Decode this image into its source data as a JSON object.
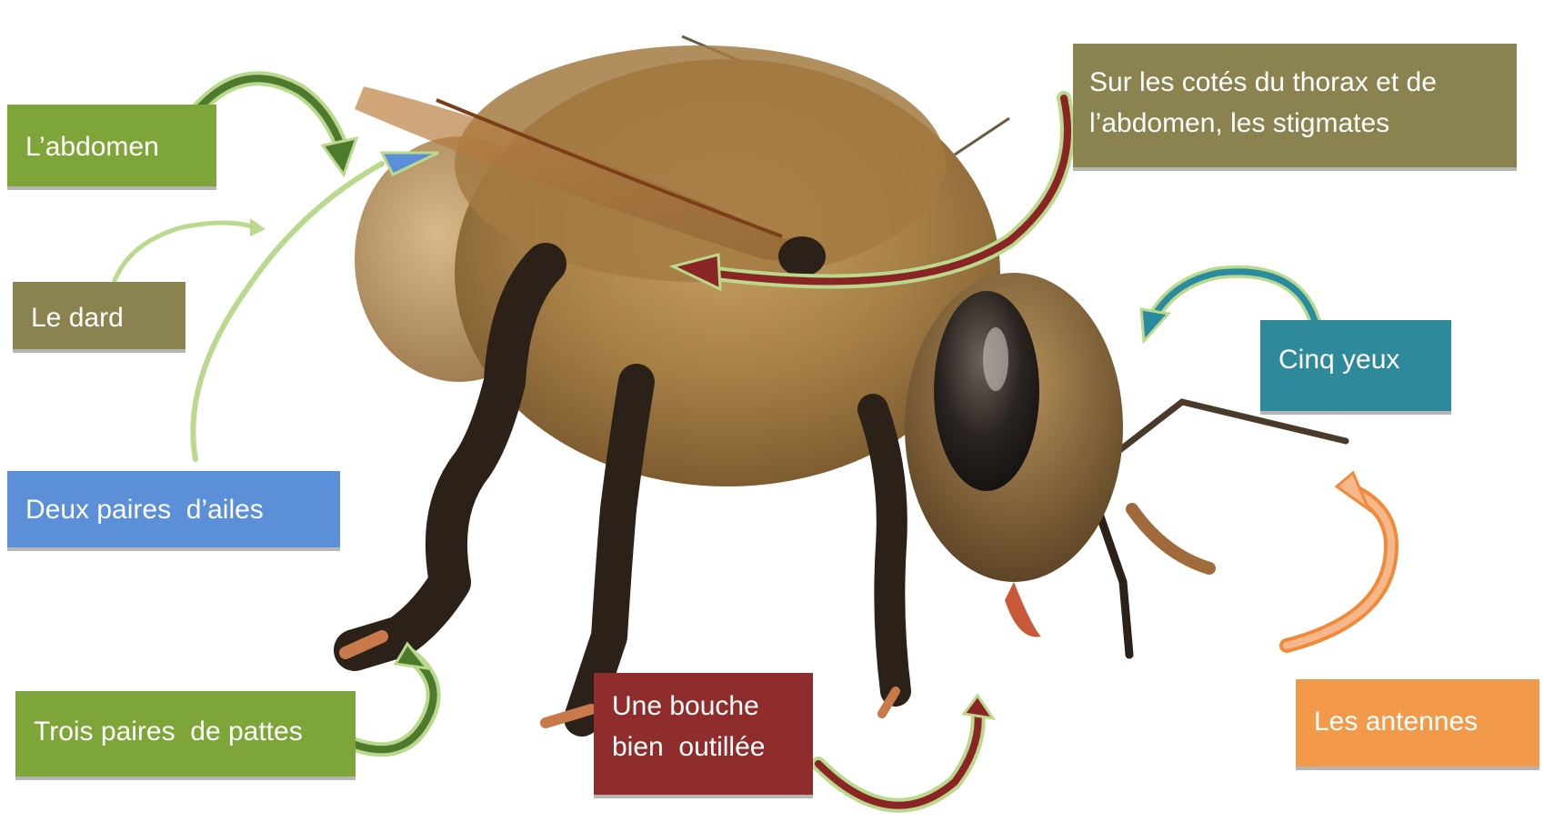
{
  "labels": {
    "abdomen": {
      "text": "L’abdomen",
      "color": "#7ea537"
    },
    "dard": {
      "text": "Le dard",
      "color": "#8a8350"
    },
    "ailes": {
      "text": "Deux paires  d’ailes",
      "color": "#5b8fd8"
    },
    "pattes": {
      "text": "Trois paires  de pattes",
      "color": "#7ea537"
    },
    "bouche": {
      "lines": [
        "Une bouche",
        "bien  outillée"
      ],
      "color": "#8f2d2d"
    },
    "stigmates": {
      "lines": [
        "Sur les cotés du thorax et de",
        "l’abdomen, les stigmates"
      ],
      "color": "#8a8350"
    },
    "yeux": {
      "text": "Cinq yeux",
      "color": "#2e8a9a"
    },
    "antennes": {
      "text": "Les antennes",
      "color": "#f29a4a"
    }
  },
  "colors": {
    "arrow_outline": "#b9d98c",
    "arrow_green": "#4e7a2e",
    "arrow_red": "#8b2424",
    "arrow_blue": "#2a8aa0",
    "arrow_orange": "#f08a3a",
    "bee_fur": "#b08a4a",
    "bee_dark": "#2b2118"
  }
}
